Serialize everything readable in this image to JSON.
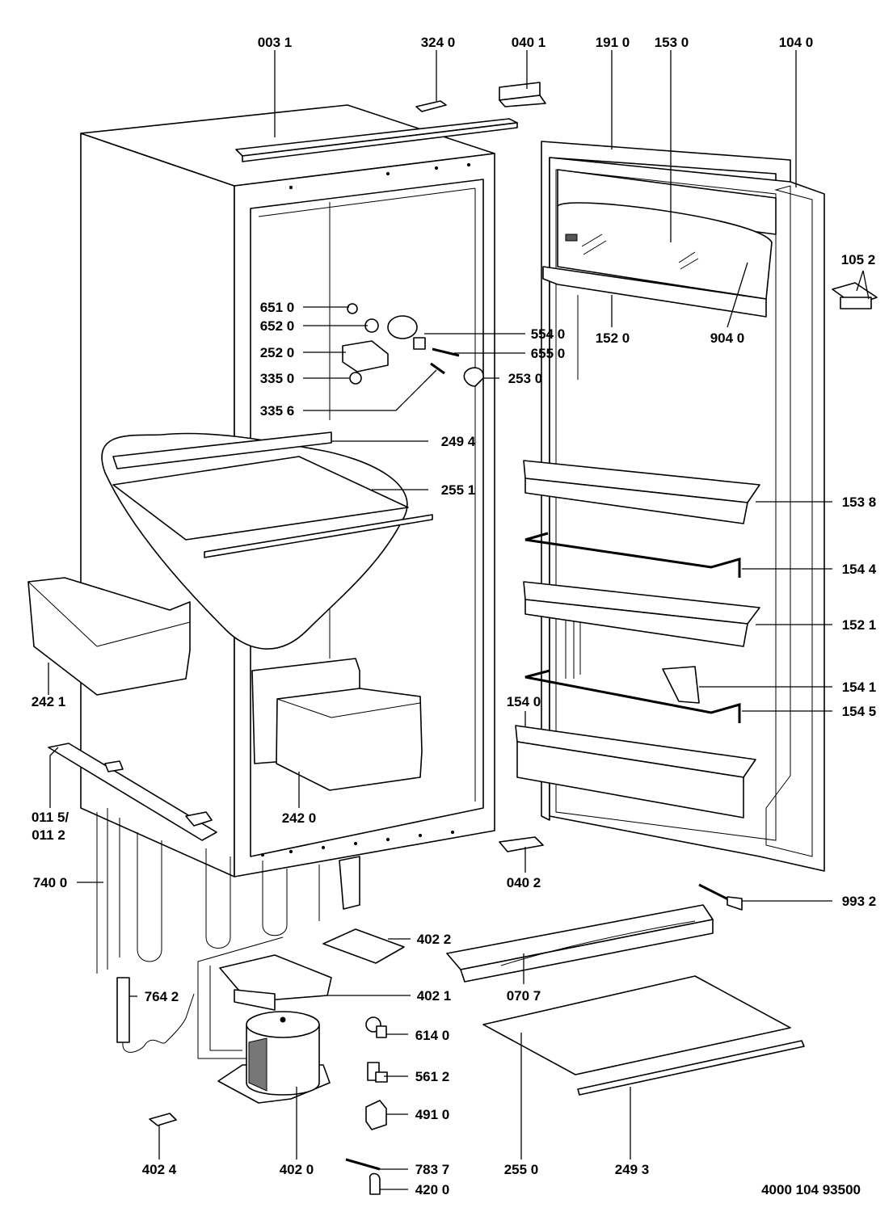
{
  "document_number": "4000 104 93500",
  "parts": [
    {
      "id": "p0031",
      "label": "003 1"
    },
    {
      "id": "p3240",
      "label": "324 0"
    },
    {
      "id": "p0401",
      "label": "040 1"
    },
    {
      "id": "p1910",
      "label": "191 0"
    },
    {
      "id": "p1530",
      "label": "153 0"
    },
    {
      "id": "p1040",
      "label": "104 0"
    },
    {
      "id": "p1052",
      "label": "105 2"
    },
    {
      "id": "p6510",
      "label": "651 0"
    },
    {
      "id": "p6520",
      "label": "652 0"
    },
    {
      "id": "p5540",
      "label": "554 0"
    },
    {
      "id": "p6550",
      "label": "655 0"
    },
    {
      "id": "p2520",
      "label": "252 0"
    },
    {
      "id": "p3350",
      "label": "335 0"
    },
    {
      "id": "p2530",
      "label": "253 0"
    },
    {
      "id": "p3356",
      "label": "335 6"
    },
    {
      "id": "p1520",
      "label": "152 0"
    },
    {
      "id": "p9040",
      "label": "904 0"
    },
    {
      "id": "p2494",
      "label": "249 4"
    },
    {
      "id": "p2551",
      "label": "255 1"
    },
    {
      "id": "p1538",
      "label": "153 8"
    },
    {
      "id": "p1544",
      "label": "154 4"
    },
    {
      "id": "p1521",
      "label": "152 1"
    },
    {
      "id": "p1541",
      "label": "154 1"
    },
    {
      "id": "p1545",
      "label": "154 5"
    },
    {
      "id": "p1540",
      "label": "154 0"
    },
    {
      "id": "p2421",
      "label": "242 1"
    },
    {
      "id": "p0115",
      "label": "011 5/"
    },
    {
      "id": "p0112",
      "label": "011 2"
    },
    {
      "id": "p2420",
      "label": "242 0"
    },
    {
      "id": "p7400",
      "label": "740 0"
    },
    {
      "id": "p0402",
      "label": "040 2"
    },
    {
      "id": "p9932",
      "label": "993 2"
    },
    {
      "id": "p4022",
      "label": "402 2"
    },
    {
      "id": "p0707",
      "label": "070 7"
    },
    {
      "id": "p4021",
      "label": "402 1"
    },
    {
      "id": "p7642",
      "label": "764 2"
    },
    {
      "id": "p6140",
      "label": "614 0"
    },
    {
      "id": "p5612",
      "label": "561 2"
    },
    {
      "id": "p4910",
      "label": "491 0"
    },
    {
      "id": "p4024",
      "label": "402 4"
    },
    {
      "id": "p4020",
      "label": "402 0"
    },
    {
      "id": "p7837",
      "label": "783 7"
    },
    {
      "id": "p4200",
      "label": "420 0"
    },
    {
      "id": "p2550",
      "label": "255 0"
    },
    {
      "id": "p2493",
      "label": "249 3"
    }
  ]
}
